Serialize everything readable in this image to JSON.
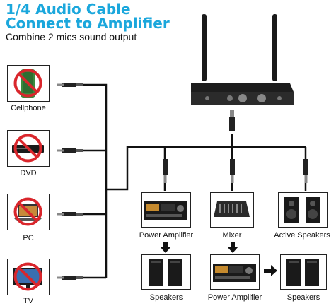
{
  "header": {
    "title_line1": "1/4 Audio Cable",
    "title_line2": "Connect to Amplifier",
    "subtitle": "Combine 2 mics sound output"
  },
  "sources": [
    {
      "label": "Cellphone",
      "icon": "cellphone-icon"
    },
    {
      "label": "DVD",
      "icon": "dvd-icon"
    },
    {
      "label": "PC",
      "icon": "laptop-icon"
    },
    {
      "label": "TV",
      "icon": "tv-icon"
    }
  ],
  "outputs": [
    {
      "label": "Power Amplifier",
      "icon": "amplifier-icon"
    },
    {
      "label": "Mixer",
      "icon": "mixer-icon"
    },
    {
      "label": "Active Speakers",
      "icon": "speakers-icon"
    }
  ],
  "chains": [
    {
      "label": "Speakers",
      "icon": "speakers-icon"
    },
    {
      "label": "Power Amplifier",
      "icon": "amplifier-icon"
    },
    {
      "label": "Speakers",
      "icon": "speakers-icon"
    }
  ],
  "colors": {
    "title": "#1ba7dc",
    "prohibition": "#d9262c",
    "device": "#1a1a1a"
  }
}
